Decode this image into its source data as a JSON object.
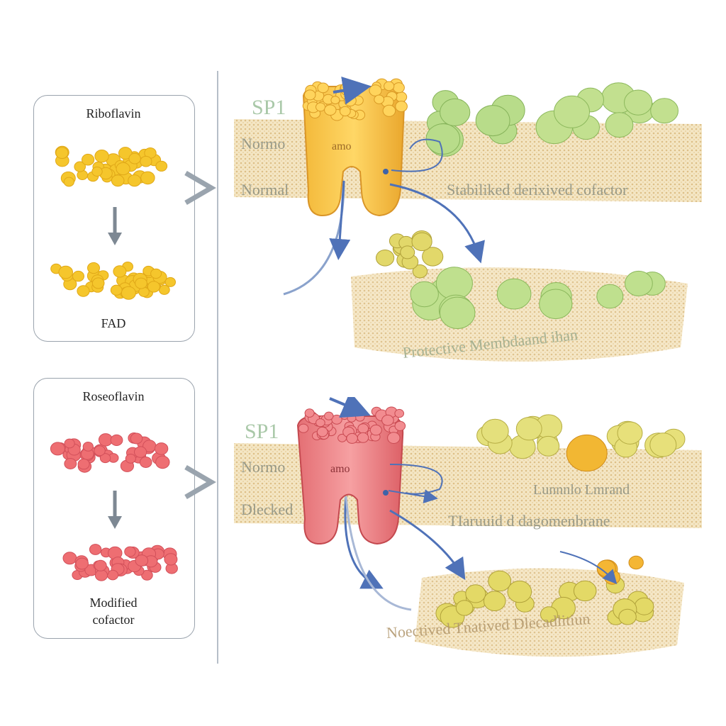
{
  "legend_top": {
    "title": "Riboflavin",
    "product": "FAD"
  },
  "legend_bottom": {
    "title": "Roseoflavin",
    "product_line1": "Modified",
    "product_line2": "cofactor"
  },
  "top_diagram": {
    "tag": "SP1",
    "row1_label": "Normo",
    "row2_label": "Normal",
    "protein_label": "amo",
    "right_label": "Stabiliked derixived cofactor",
    "lower_label": "Protective Membdaand ihan"
  },
  "bottom_diagram": {
    "tag": "SP1",
    "row1_label": "Normo",
    "row2_label": "Dlecked",
    "protein_label": "amo",
    "right_label_upper": "Lunnnlo Lmrand",
    "right_label": "TIaruuid d dagomenbrane",
    "lower_label": "Noectived Tnatived Dlecadlitiun"
  },
  "colors": {
    "riboflavin": "#f5c62c",
    "roseoflavin": "#ee6e72",
    "membrane": "#e8c98a",
    "arrow": "#5577bb",
    "divider": "#aab4bf"
  }
}
